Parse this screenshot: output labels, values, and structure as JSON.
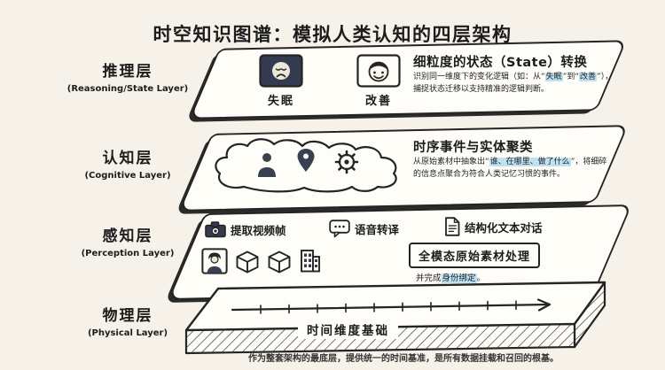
{
  "title": "时空知识图谱：模拟人类认知的四层架构",
  "footer": "作为整套架构的最底层，提供统一的时间基准，是所有数据挂载和召回的根基。",
  "colors": {
    "background": "#f6f2e9",
    "ink": "#242424",
    "panel": "#fffdf8",
    "highlight": "#bfe2f2",
    "icon_dark": "#343b4e"
  },
  "reasoning": {
    "label_cn": "推理层",
    "label_en": "(Reasoning/State Layer)",
    "state_from": "失眠",
    "state_to": "改善",
    "heading": "细粒度的状态（State）转换",
    "desc_parts": [
      "识别同一维度下的变化逻辑（如：从“",
      "失眠",
      "”到“",
      "改善",
      "”），捕捉状态迁移以支持精准的逻辑判断。"
    ]
  },
  "cognitive": {
    "label_cn": "认知层",
    "label_en": "(Cognitive Layer)",
    "heading": "时序事件与实体聚类",
    "desc_parts": [
      "从原始素材中抽象出“",
      "谁、在哪里、做了什么",
      "”，将细碎的信息点聚合为符合人类记忆习惯的事件。"
    ]
  },
  "perception": {
    "label_cn": "感知层",
    "label_en": "(Perception Layer)",
    "features": [
      {
        "label": "提取视频帧",
        "icon": "camera-icon"
      },
      {
        "label": "语音转译",
        "icon": "speech-bubble-icon"
      },
      {
        "label": "结构化文本对话",
        "icon": "document-icon"
      }
    ],
    "process_label": "全模态原始素材处理",
    "note_parts": [
      "并完成",
      "身份绑定",
      "。"
    ]
  },
  "physical": {
    "label_cn": "物理层",
    "label_en": "(Physical Layer)",
    "timeline_label": "时间维度基础"
  }
}
